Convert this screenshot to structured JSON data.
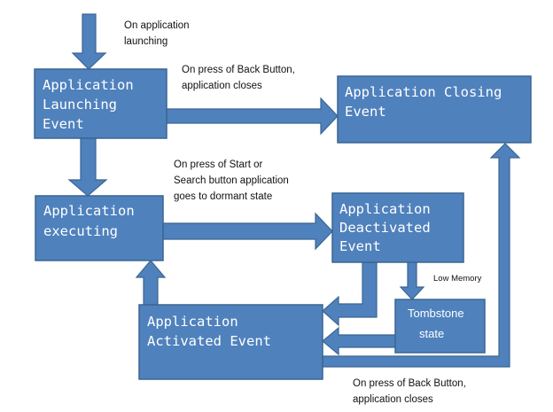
{
  "colors": {
    "box_fill": "#4f81bd",
    "box_stroke": "#3a6592",
    "arrow_fill": "#4f81bd",
    "text_on_box": "#ffffff",
    "note_text": "#111111"
  },
  "nodes": {
    "launching": {
      "lines": [
        "Application",
        "Launching",
        "Event"
      ]
    },
    "closing": {
      "lines": [
        "Application Closing",
        "Event"
      ]
    },
    "executing": {
      "lines": [
        "Application",
        "executing"
      ]
    },
    "deactivated": {
      "lines": [
        "Application",
        "Deactivated",
        "Event"
      ]
    },
    "activated": {
      "lines": [
        "Application",
        "Activated Event"
      ]
    },
    "tombstone": {
      "lines": [
        "Tombstone",
        "state"
      ]
    }
  },
  "labels": {
    "on_launch": [
      "On application",
      "launching"
    ],
    "back_top": [
      "On press of Back Button,",
      "application closes"
    ],
    "start_search": [
      "On press of Start or",
      "Search button  application",
      "goes to dormant state"
    ],
    "low_memory": [
      "Low Memory"
    ],
    "back_bottom": [
      "On press of Back Button,",
      "application closes"
    ]
  }
}
